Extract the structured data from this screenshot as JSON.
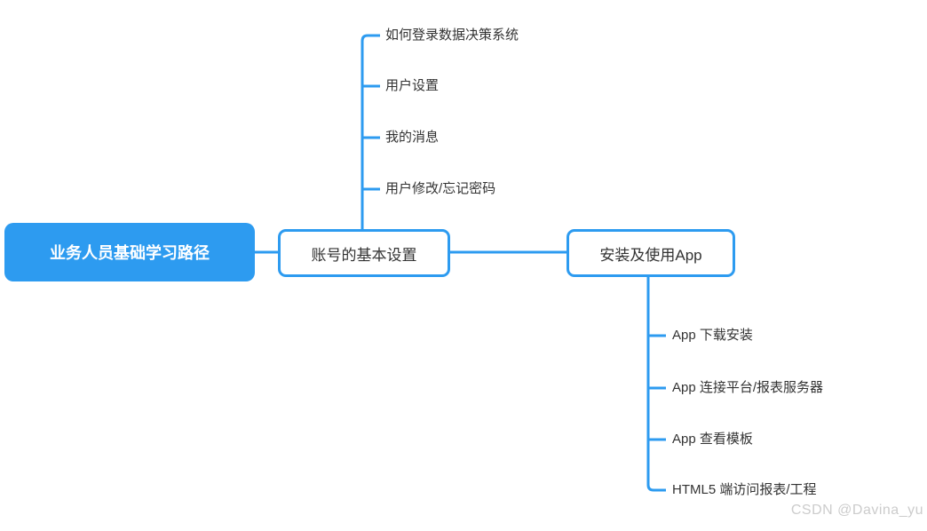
{
  "colors": {
    "accent": "#2d9bf0",
    "node_text": "#333333",
    "watermark": "#cccccc"
  },
  "root": {
    "label": "业务人员基础学习路径"
  },
  "branches": [
    {
      "label": "账号的基本设置",
      "items": [
        "如何登录数据决策系统",
        "用户设置",
        "我的消息",
        "用户修改/忘记密码"
      ]
    },
    {
      "label": "安装及使用App",
      "items": [
        "App 下载安装",
        "App 连接平台/报表服务器",
        "App 查看模板",
        "HTML5 端访问报表/工程"
      ]
    }
  ],
  "watermark": "CSDN @Davina_yu"
}
